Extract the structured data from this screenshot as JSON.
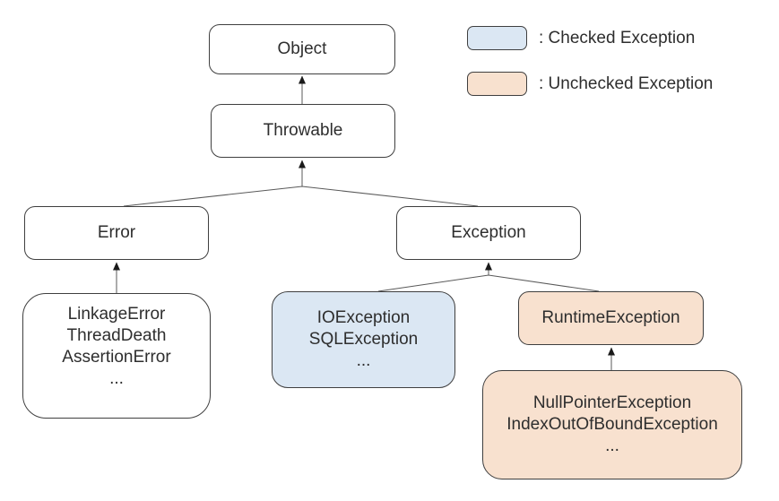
{
  "diagram": {
    "nodes": {
      "object": {
        "label": "Object"
      },
      "throwable": {
        "label": "Throwable"
      },
      "error": {
        "label": "Error"
      },
      "error_subclasses": {
        "lines": [
          "LinkageError",
          "ThreadDeath",
          "AssertionError",
          "..."
        ]
      },
      "exception": {
        "label": "Exception"
      },
      "checked_exceptions": {
        "lines": [
          "IOException",
          "SQLException",
          "..."
        ]
      },
      "runtime_exception": {
        "label": "RuntimeException"
      },
      "runtime_subclasses": {
        "lines": [
          "NullPointerException",
          "IndexOutOfBoundException",
          "..."
        ]
      }
    },
    "legend": {
      "checked": {
        "label": ": Checked Exception",
        "color": "#dbe7f3"
      },
      "unchecked": {
        "label": ": Unchecked Exception",
        "color": "#f8e1cf"
      }
    },
    "colors": {
      "checked_fill": "#dbe7f3",
      "unchecked_fill": "#f8e1cf",
      "node_fill": "#ffffff",
      "node_border": "#3f3f3f",
      "connector": "#595959",
      "arrowhead": "#1a1a1a",
      "text": "#2e2e2e"
    }
  }
}
